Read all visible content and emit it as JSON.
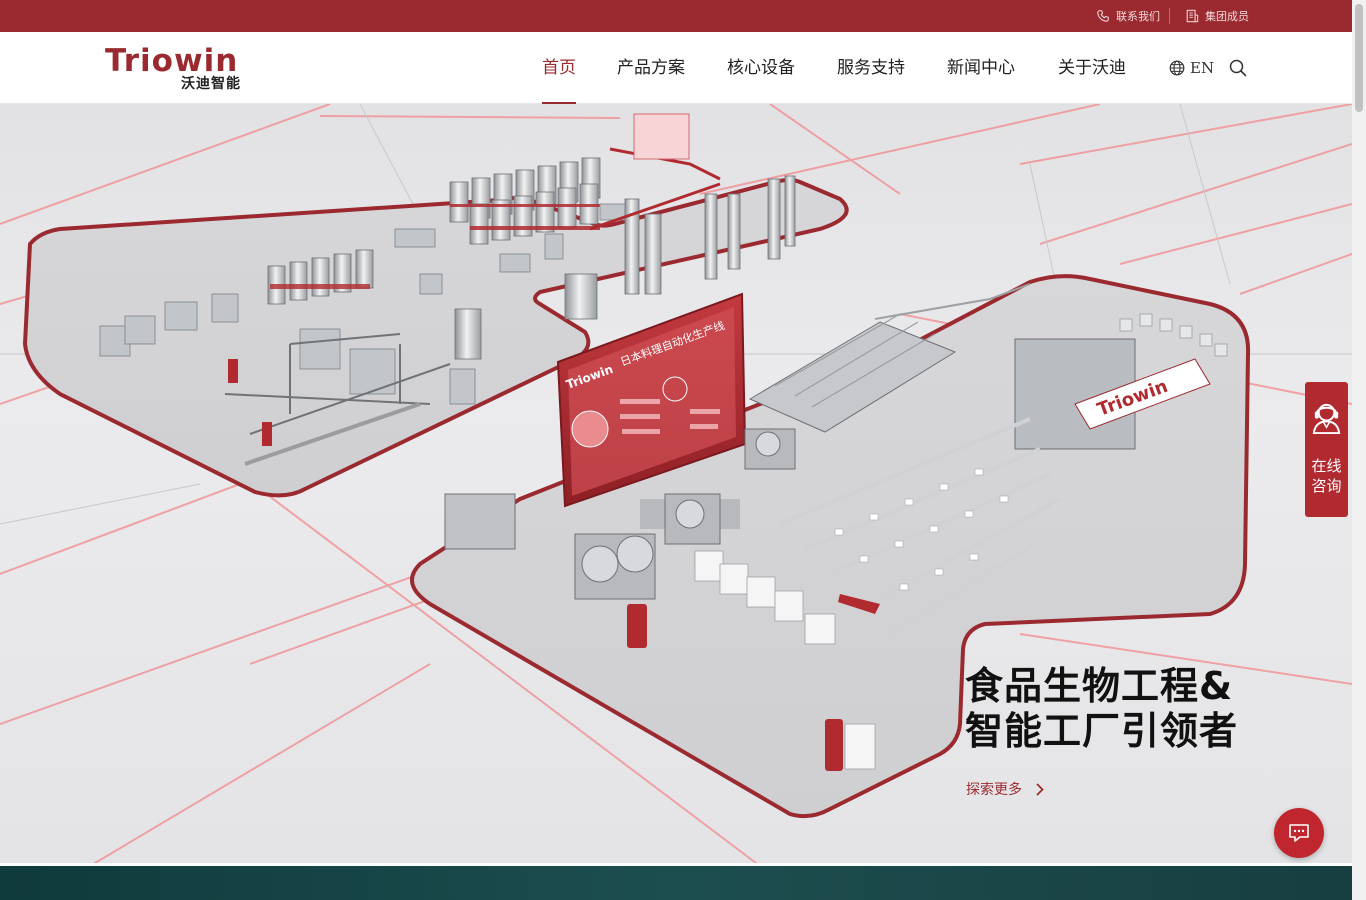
{
  "topbar": {
    "contact_label": "联系我们",
    "group_label": "集团成员"
  },
  "header": {
    "logo_word": "Triowin",
    "logo_sub": "沃迪智能",
    "nav": [
      {
        "label": "首页",
        "active": true
      },
      {
        "label": "产品方案",
        "active": false
      },
      {
        "label": "核心设备",
        "active": false
      },
      {
        "label": "服务支持",
        "active": false
      },
      {
        "label": "新闻中心",
        "active": false
      },
      {
        "label": "关于沃迪",
        "active": false
      }
    ],
    "lang_label": "EN"
  },
  "hero": {
    "title_line1": "食品生物工程&",
    "title_line2": "智能工厂引领者",
    "explore_label": "探索更多",
    "screen_logo": "Triowin",
    "screen_title": "日本料理自动化生产线",
    "banner_logo": "Triowin"
  },
  "widgets": {
    "consult_line1": "在线",
    "consult_line2": "咨询"
  },
  "colors": {
    "brand": "#9b2a30",
    "widget_red": "#b02a30",
    "strip": "#173e3f"
  }
}
